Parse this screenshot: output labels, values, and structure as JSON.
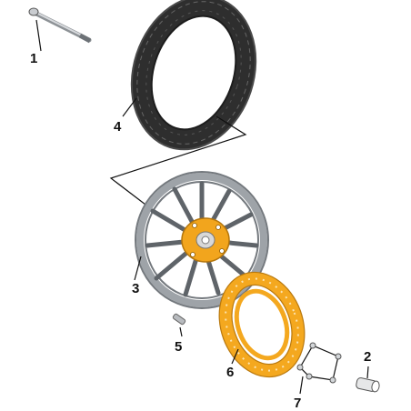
{
  "colors": {
    "tire": "#3a3a3a",
    "rim": "#8a8f94",
    "spoke": "#6f7479",
    "hub": "#f2a51d",
    "disc": "#f4a81f",
    "line": "#111111",
    "metal": "#c9ccd0"
  },
  "callouts": {
    "axle": "1",
    "spacer": "2",
    "rim": "3",
    "tire": "4",
    "valve": "5",
    "disc": "6",
    "bolts": "7"
  }
}
